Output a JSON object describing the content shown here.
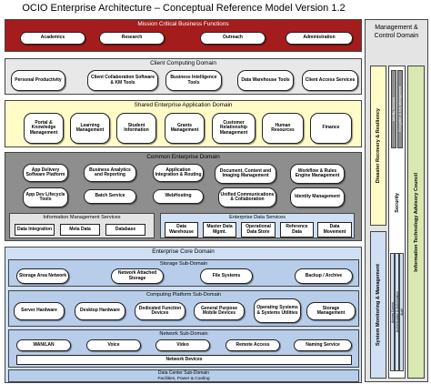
{
  "title": "OCIO Enterprise Architecture – Conceptual Reference Model Version 1.2",
  "mission": {
    "label": "Mission Critical Business Functions",
    "items": [
      "Academics",
      "Research",
      "Outreach",
      "Administration"
    ],
    "color": "#a51c1c"
  },
  "client": {
    "label": "Client Computing Domain",
    "items": [
      "Personal Productivity",
      "Client Collaboration Software & KM Tools",
      "Business Intelligence Tools",
      "Data Warehouse Tools",
      "Client Access Services"
    ]
  },
  "shared": {
    "label": "Shared Enterprise Application Domain",
    "items": [
      "Portal & Knowledge Management",
      "Learning Management",
      "Student Information",
      "Grants Management",
      "Customer Relationship Management",
      "Human Resources",
      "Finance"
    ],
    "color": "#fffcc8"
  },
  "common": {
    "label": "Common Enterprise Domain",
    "row1": [
      "App Delivery Software Platform",
      "Business Analytics and Reporting",
      "Application Integration & Routing",
      "Document, Content and Imaging Management",
      "Workflow & Rules Engine Management"
    ],
    "row2": [
      "App Dev Lifecycle Tools",
      "Batch Service",
      "WebHosting",
      "Unified Communications & Collaboration",
      "Identity Management"
    ],
    "info_mgmt": {
      "label": "Information Management Services",
      "items": [
        "Data Integration",
        "Meta Data",
        "Database"
      ]
    },
    "ent_data": {
      "label": "Enterprise Data Services",
      "items": [
        "Data Warehouse",
        "Master Data Mgmt.",
        "Operational Data Store",
        "Reference Data",
        "Data Movement"
      ]
    }
  },
  "core": {
    "label": "Enterprise Core Domain",
    "color": "#cfe0f4",
    "storage": {
      "label": "Storage Sub-Domain",
      "items": [
        "Storage Area Network",
        "Network Attached Storage",
        "File Systems",
        "Backup / Archive"
      ]
    },
    "computing": {
      "label": "Computing Platform Sub-Domain",
      "items": [
        "Server Hardware",
        "Desktop Hardware",
        "Dedicated Function Devices",
        "General Purpose Mobile Devices",
        "Operating Systems & Systems Utilities",
        "Storage Management"
      ]
    },
    "network": {
      "label": "Network Sub-Domain",
      "items": [
        "WAN/LAN",
        "Voice",
        "Video",
        "Remote Access",
        "Naming Service"
      ],
      "devices": "Network Devices"
    },
    "datacenter": {
      "label": "Data Center Sub-Domain",
      "items": "Facilities, Power & Cooling"
    }
  },
  "management": {
    "label": "Management & Control Domain",
    "cols": {
      "left_top": "Disaster Recovery & Resiliency",
      "left_bottom": "System Monitoring & Management",
      "mid_top_1": "Identity Services",
      "mid_top_2": "Encryption & Key Management",
      "mid_label": "Security",
      "mid_bottom_1": "Access Control",
      "mid_bottom_2": "Authentication & Authorization",
      "mid_bottom_3": "Audit",
      "right": "Information Technology Advisory Council"
    }
  }
}
